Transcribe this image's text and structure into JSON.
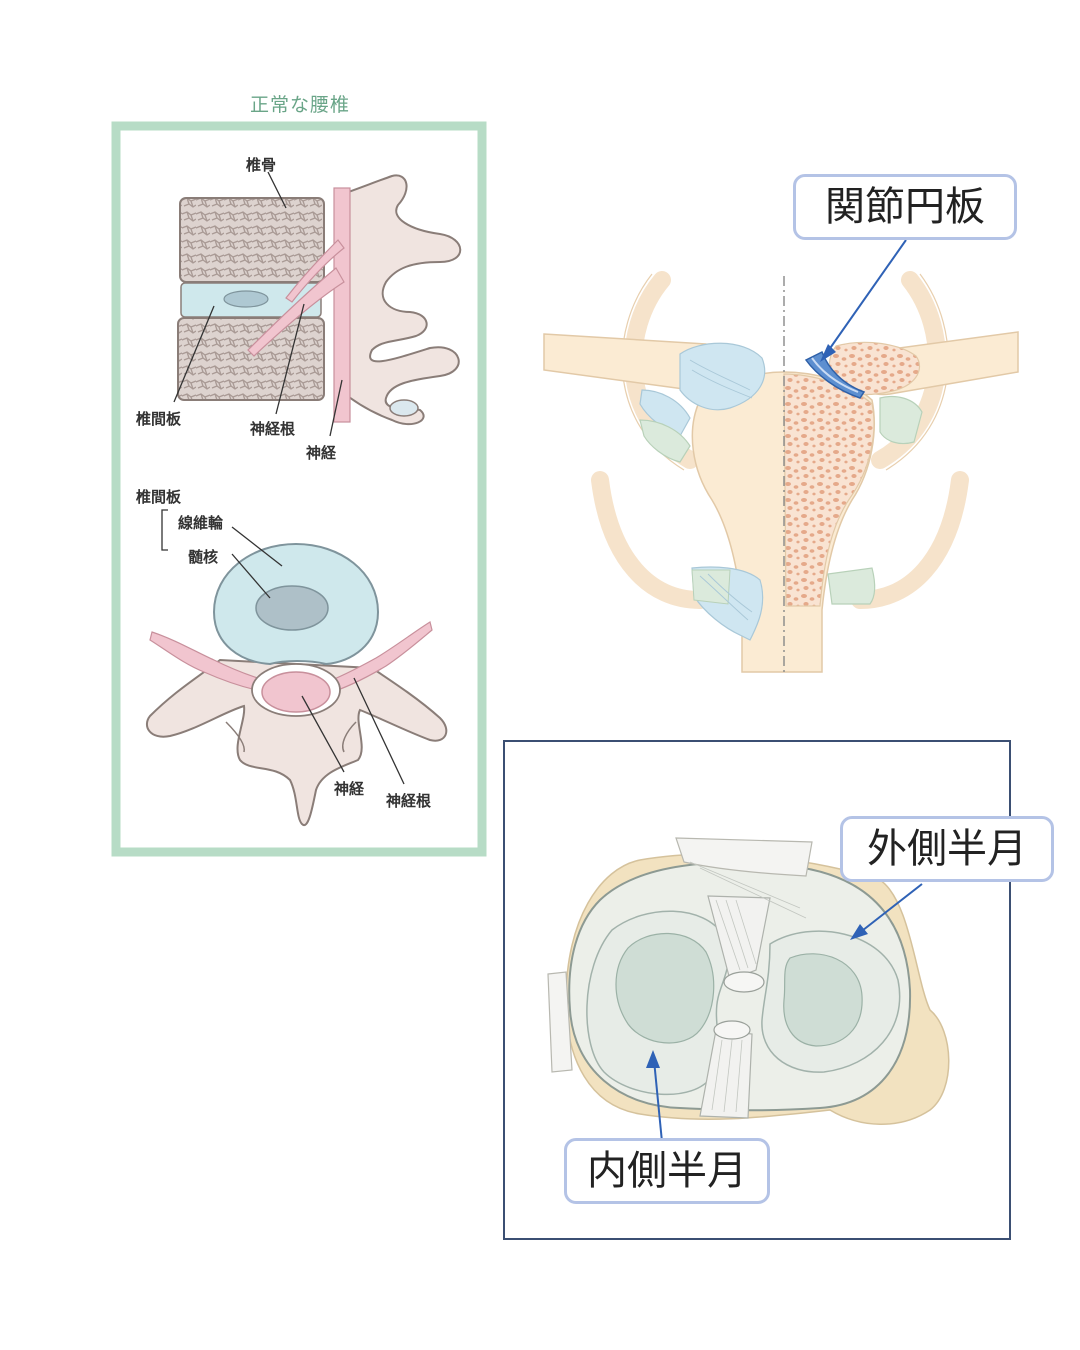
{
  "spine_panel": {
    "title": "正常な腰椎",
    "labels": {
      "vertebra": "椎骨",
      "disc_side": "椎間板",
      "nerve_root_side": "神経根",
      "nerve_side": "神経",
      "disc_top": "椎間板",
      "annulus": "線維輪",
      "nucleus": "髄核",
      "nerve_top": "神経",
      "nerve_root_top": "神経根"
    }
  },
  "joint_panel": {
    "callout": "関節円板"
  },
  "knee_panel": {
    "lateral_callout": "外側半月",
    "medial_callout": "内側半月"
  },
  "colors": {
    "frame_green": "#b7dcc6",
    "disc_blue": "#cfe8ec",
    "nerve_pink": "#f1c5cf",
    "bone": "#f0e4e0",
    "callout_border": "#b4c3e6",
    "arrow": "#2f62b6"
  }
}
